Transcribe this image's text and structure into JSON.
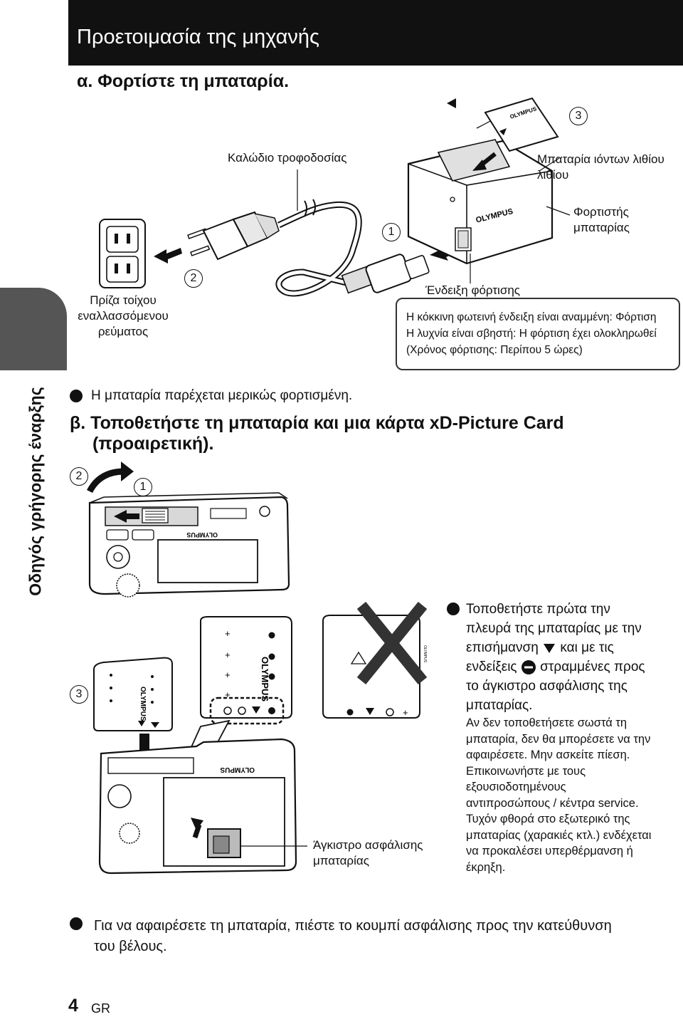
{
  "header": {
    "title": "Προετοιμασία της μηχανής"
  },
  "side_tab": {
    "label": "Οδηγός γρήγορης έναρξης"
  },
  "section_a": {
    "title": "α. Φορτίστε τη μπαταρία.",
    "labels": {
      "power_cable": "Καλώδιο τροφοδοσίας",
      "battery_line1": "Μπαταρία ιόντων λιθίου",
      "battery_line2": "λιθίου",
      "charger_line1": "Φορτιστής",
      "charger_line2": "μπαταρίας",
      "outlet_line1": "Πρίζα τοίχου",
      "outlet_line2": "εναλλασσόμενου",
      "outlet_line3": "ρεύματος",
      "charge_indicator": "Ένδειξη φόρτισης"
    },
    "steps": {
      "s1": "1",
      "s2": "2",
      "s3": "3"
    },
    "indicator_info": [
      "Η κόκκινη φωτεινή ένδειξη είναι αναμμένη: Φόρτιση",
      "Η λυχνία είναι σβηστή: Η φόρτιση έχει ολοκληρωθεί",
      "(Χρόνος φόρτισης: Περίπου 5 ώρες)"
    ],
    "brand": "OLYMPUS",
    "note": "Η μπαταρία παρέχεται μερικώς φορτισμένη."
  },
  "section_b": {
    "title_line1": "β. Τοποθετήστε τη μπαταρία και μια κάρτα xD-Picture Card",
    "title_line2": "(προαιρετική).",
    "steps": {
      "s1": "1",
      "s2": "2",
      "s3": "3"
    },
    "lock_label_line1": "Άγκιστρο ασφάλισης",
    "lock_label_line2": "μπαταρίας",
    "instruction": {
      "line1": "Τοποθετήστε πρώτα την",
      "line2": "πλευρά της μπαταρίας με την",
      "line3a": "επισήμανση",
      "line3b": "και με τις",
      "line4a": "ενδείξεις",
      "line4b": "στραμμένες προς",
      "line5": "το άγκιστρο ασφάλισης της",
      "line6": "μπαταρίας."
    },
    "warning": [
      "Αν δεν τοποθετήσετε σωστά τη",
      "μπαταρία, δεν θα μπορέσετε να την",
      "αφαιρέσετε. Μην ασκείτε πίεση.",
      "Επικοινωνήστε με τους",
      "εξουσιοδοτημένους",
      "αντιπροσώπους / κέντρα service.",
      "Τυχόν φθορά στο εξωτερικό της",
      "μπαταρίας (χαρακιές κτλ.) ενδέχεται",
      "να προκαλέσει υπερθέρμανση ή",
      "έκρηξη."
    ],
    "remove_line1": "Για να αφαιρέσετε τη μπαταρία, πιέστε το κουμπί ασφάλισης προς την κατεύθυνση",
    "remove_line2": "του βέλους."
  },
  "footer": {
    "page_number": "4",
    "language": "GR"
  }
}
